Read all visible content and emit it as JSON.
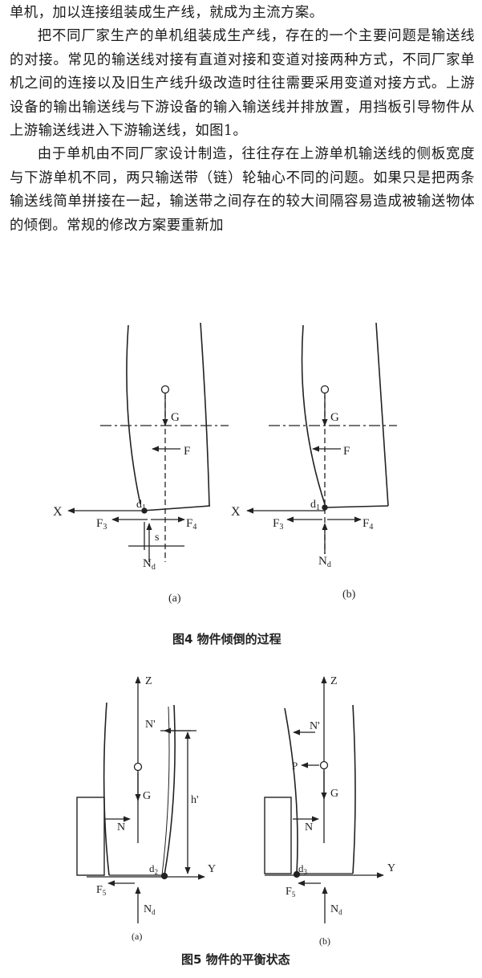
{
  "paragraphs": [
    "单机，加以连接组装成生产线，就成为主流方案。",
    "把不同厂家生产的单机组装成生产线，存在的一个主要问题是输送线的对接。常见的输送线对接有直道对接和变道对接两种方式，不同厂家单机之间的连接以及旧生产线升级改造时往往需要采用变道对接方式。上游设备的输出输送线与下游设备的输入输送线并排放置，用挡板引导物件从上游输送线进入下游输送线，如图1。",
    "由于单机由不同厂家设计制造，往往存在上游单机输送线的侧板宽度与下游单机不同，两只输送带（链）轮轴心不同的问题。如果只是把两条输送线简单拼接在一起，输送带之间存在的较大间隔容易造成被输送物体的倾倒。常规的修改方案要重新加"
  ],
  "figure4": {
    "caption": "图4  物件倾倒的过程",
    "a": {
      "sub": "(a)",
      "G": "G",
      "F": "F",
      "X": "X",
      "F3": "F",
      "F3sub": "3",
      "F4": "F",
      "F4sub": "4",
      "d": "d",
      "dsub": "1",
      "s": "s",
      "N": "N",
      "Nsub": "d"
    },
    "b": {
      "sub": "(b)",
      "G": "G",
      "F": "F",
      "X": "X",
      "F3": "F",
      "F3sub": "3",
      "F4": "F",
      "F4sub": "4",
      "d": "d",
      "dsub": "1",
      "N": "N",
      "Nsub": "d"
    }
  },
  "figure5": {
    "caption": "图5 物件的平衡状态",
    "a": {
      "sub": "(a)",
      "Z": "Z",
      "Y": "Y",
      "Nprime": "N'",
      "G": "G",
      "h": "h'",
      "N": "N",
      "d": "d",
      "dsub": "2",
      "F5": "F",
      "F5sub": "5",
      "Nd": "N",
      "Ndsub": "d"
    },
    "b": {
      "sub": "(b)",
      "Z": "Z",
      "Y": "Y",
      "Nprime": "N'",
      "P": "P",
      "G": "G",
      "N": "N",
      "d": "d",
      "dsub": "3",
      "F5": "F",
      "F5sub": "5",
      "Nd": "N",
      "Ndsub": "d"
    }
  }
}
